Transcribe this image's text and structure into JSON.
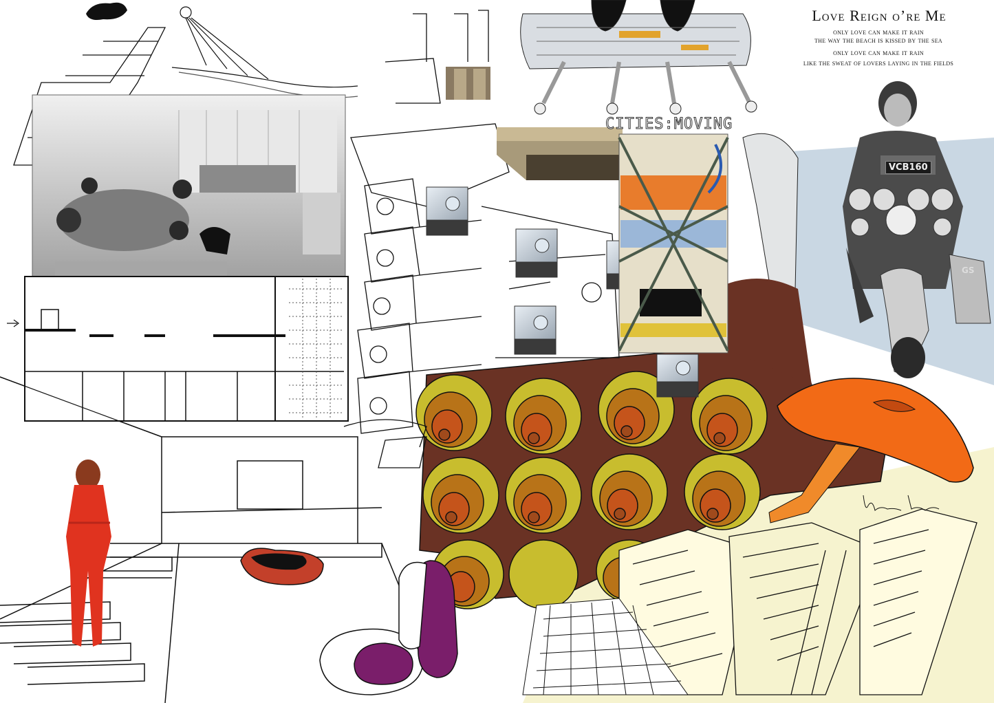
{
  "lyrics": {
    "title": "Love Reign o’re Me",
    "lines": [
      "only love can make it rain",
      "the way the beach is kissed by the sea",
      "only love can make it rain",
      "like the sweat of lovers laying in the fields"
    ]
  },
  "cities_label": "CITIES:MOVING",
  "scooter_plate": "VCB160",
  "scooter_rear": "GS",
  "colors": {
    "brown": "#6a3224",
    "yellow": "#c8bd2e",
    "orange": "#f26a16",
    "purple": "#7a1e6a",
    "cream": "#f6f3cf",
    "sky": "#c9d7e3"
  }
}
